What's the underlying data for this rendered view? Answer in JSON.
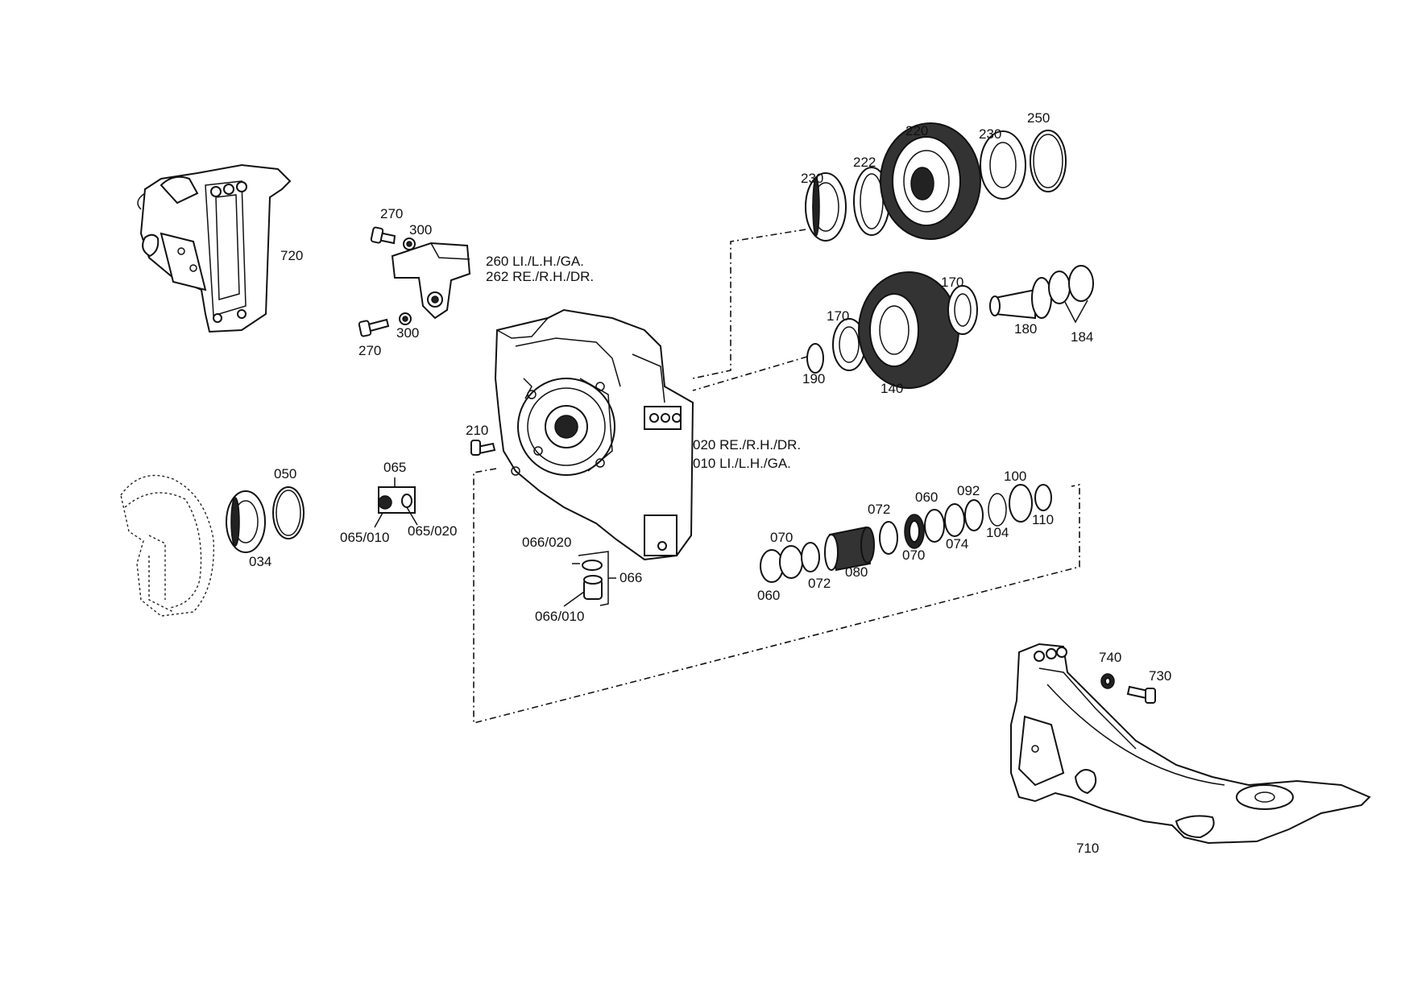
{
  "labels": {
    "p720": "720",
    "p270a": "270",
    "p300a": "300",
    "p260": "260 LI./L.H./GA.",
    "p262": "262 RE./R.H./DR.",
    "p270b": "270",
    "p300b": "300",
    "p230a": "230",
    "p222": "222",
    "p220": "220",
    "p230b": "230",
    "p250": "250",
    "p170a": "170",
    "p170b": "170",
    "p180": "180",
    "p184": "184",
    "p190": "190",
    "p140": "140",
    "p210": "210",
    "p020": "020 RE./R.H./DR.",
    "p010": "010 LI./L.H./GA.",
    "p050": "050",
    "p034": "034",
    "p065": "065",
    "p065_010": "065/010",
    "p065_020": "065/020",
    "p066_020": "066/020",
    "p066": "066",
    "p066_010": "066/010",
    "p070a": "070",
    "p060a": "060",
    "p072a": "072",
    "p080": "080",
    "p072b": "072",
    "p070b": "070",
    "p060b": "060",
    "p092": "092",
    "p074": "074",
    "p100": "100",
    "p104": "104",
    "p110": "110",
    "p740": "740",
    "p730": "730",
    "p710": "710"
  }
}
